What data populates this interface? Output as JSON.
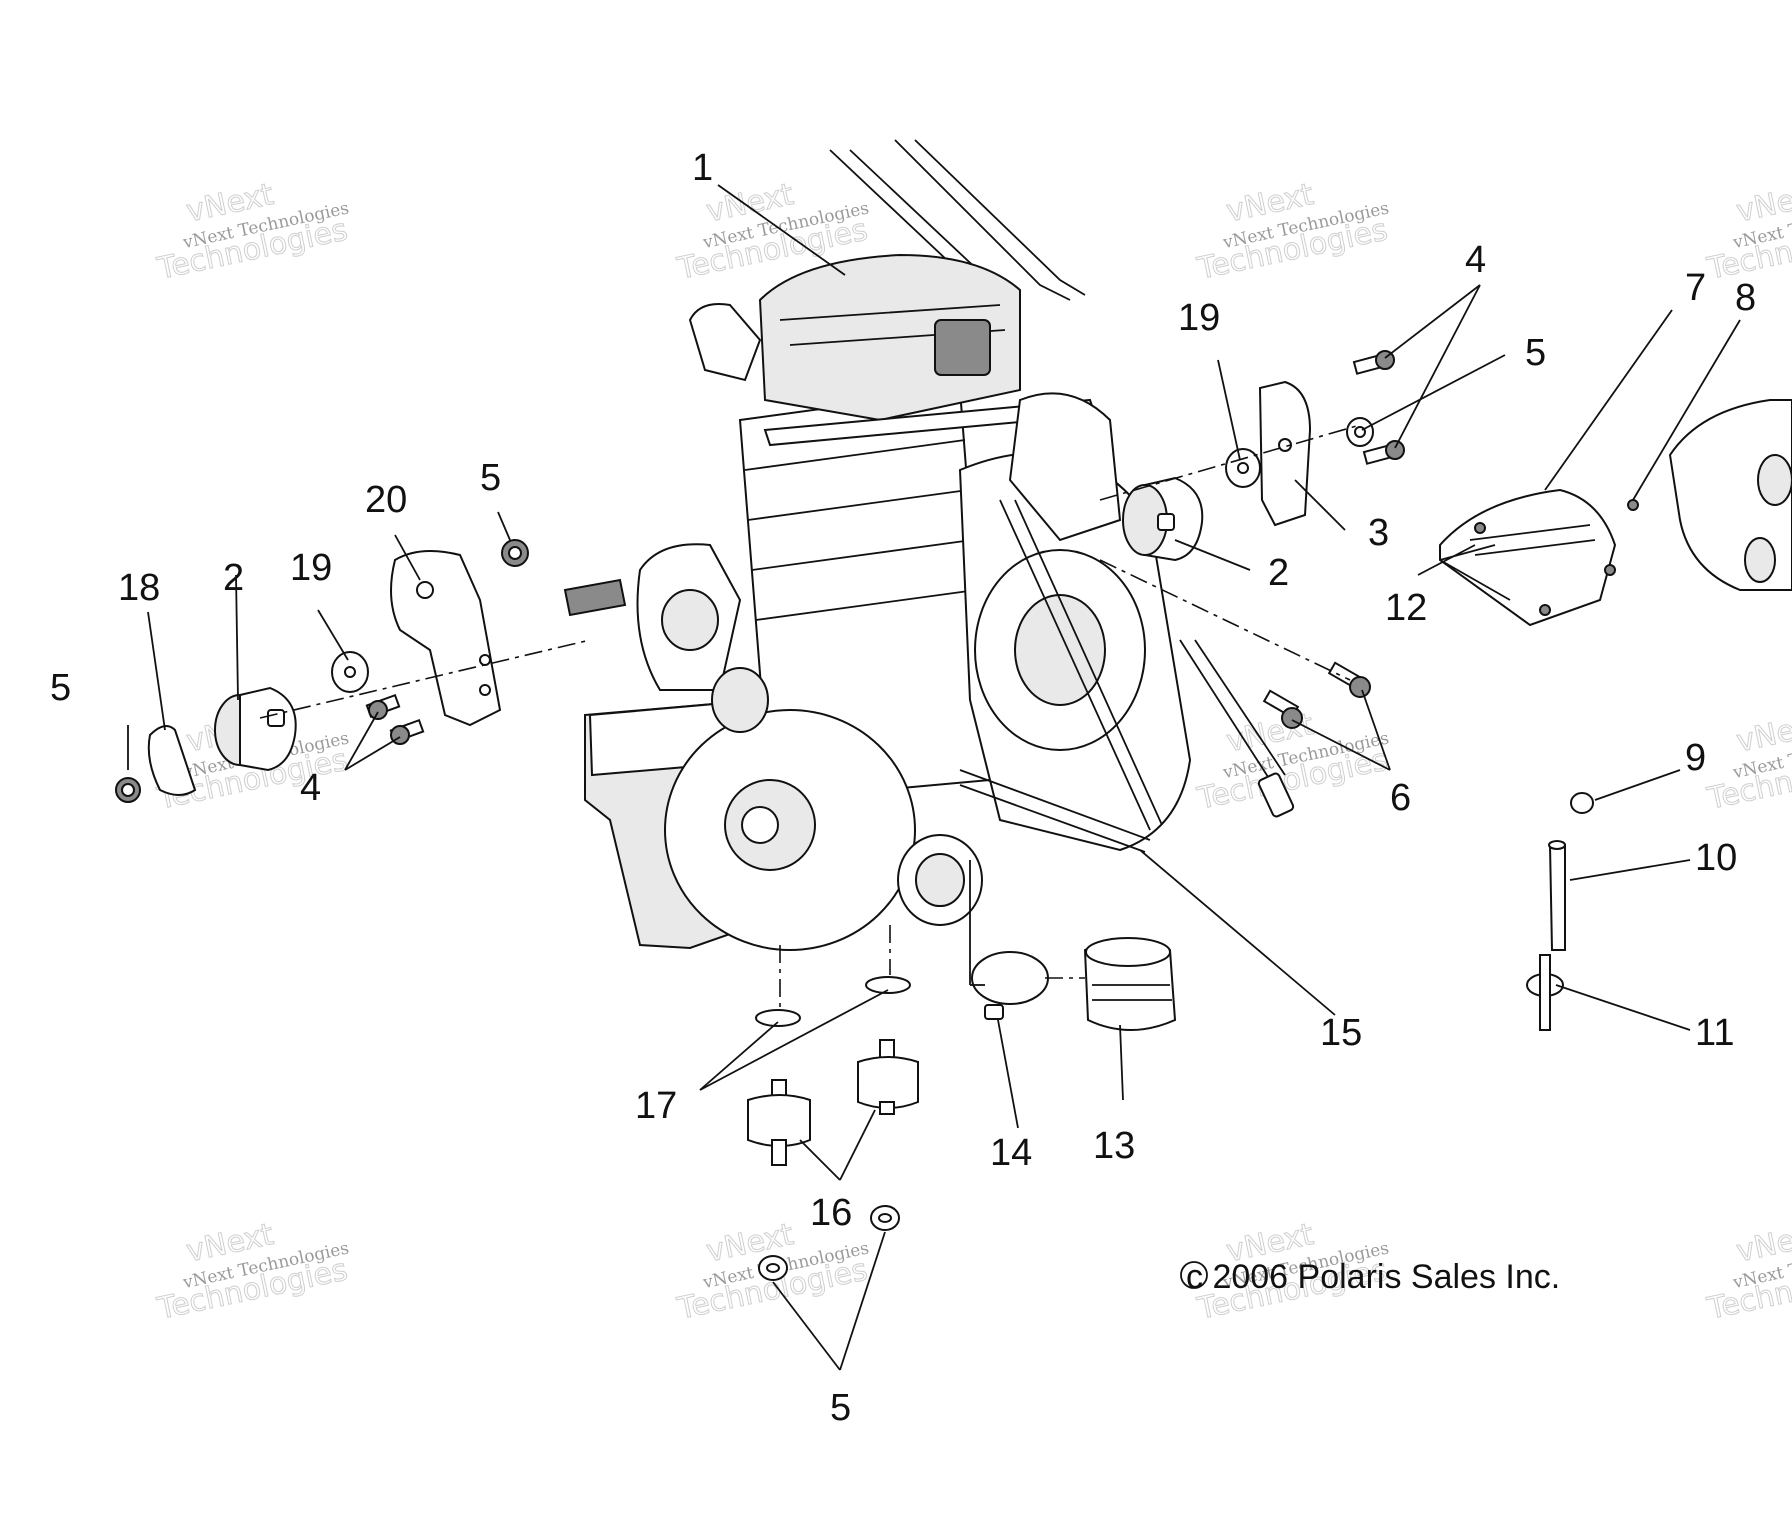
{
  "callouts": {
    "c1": "1",
    "c2a": "2",
    "c2b": "2",
    "c3": "3",
    "c4a": "4",
    "c4b": "4",
    "c5a": "5",
    "c5b": "5",
    "c5c": "5",
    "c5d": "5",
    "c6": "6",
    "c7": "7",
    "c8": "8",
    "c9": "9",
    "c10": "10",
    "c11": "11",
    "c12": "12",
    "c13": "13",
    "c14": "14",
    "c15": "15",
    "c16": "16",
    "c17": "17",
    "c18": "18",
    "c19a": "19",
    "c19b": "19",
    "c20": "20"
  },
  "copyright": "c 2006 Polaris Sales Inc.",
  "watermark": {
    "line1": "vNext",
    "line2": "Technologies",
    "small": "vNext Technologies"
  }
}
